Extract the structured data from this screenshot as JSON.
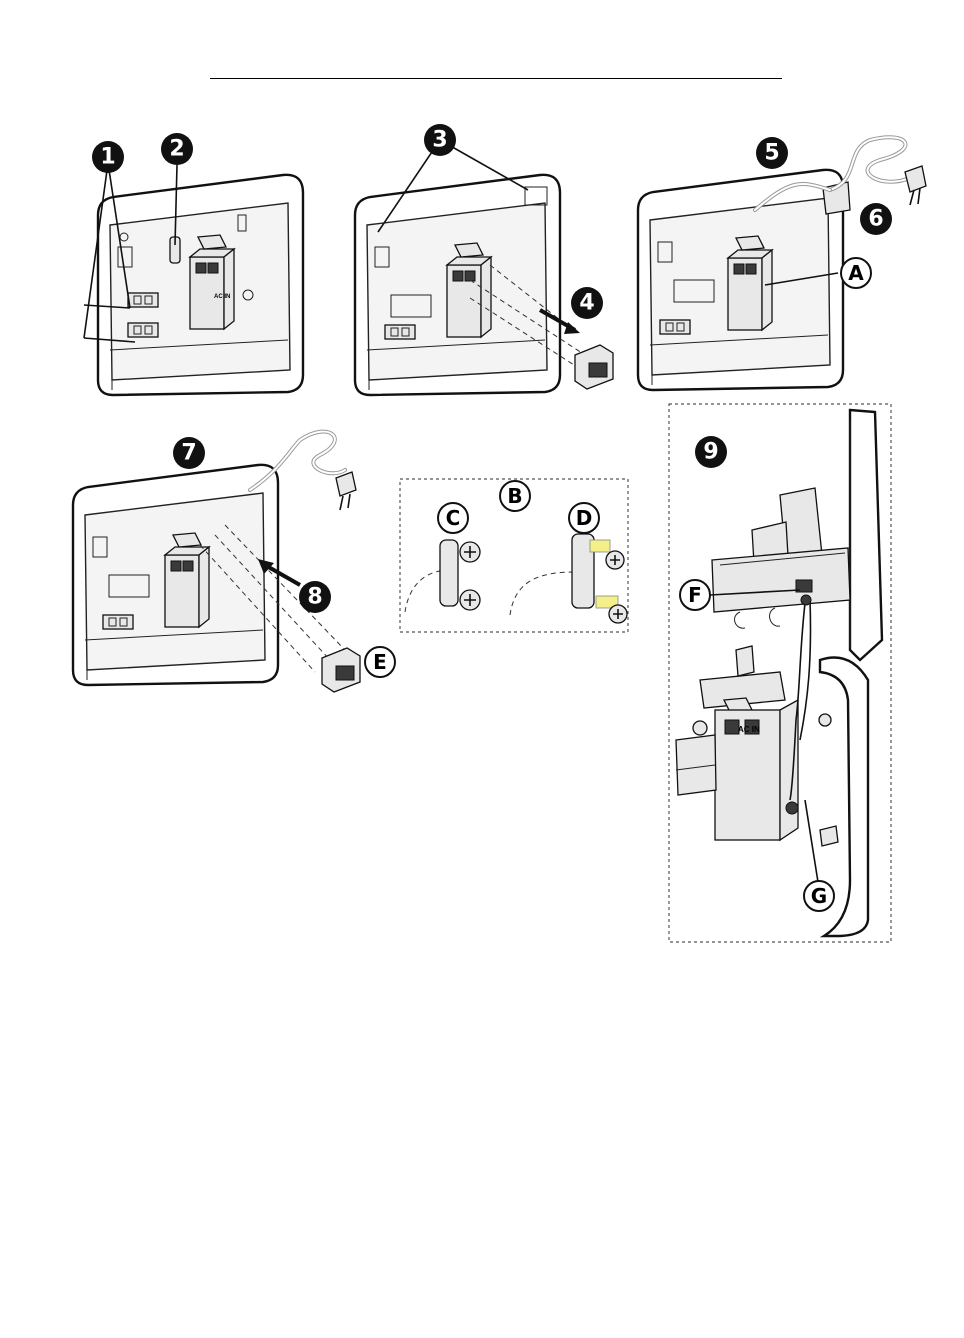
{
  "steps": {
    "s1": "1",
    "s2": "2",
    "s3": "3",
    "s4": "4",
    "s5": "5",
    "s6": "6",
    "s7": "7",
    "s8": "8",
    "s9": "9"
  },
  "letters": {
    "A": "A",
    "B": "B",
    "C": "C",
    "D": "D",
    "E": "E",
    "F": "F",
    "G": "G"
  },
  "module_label": "AC IN",
  "colors": {
    "ink": "#111111",
    "badge": "#111111",
    "cord": "#999999",
    "highlight": "#f3f08a"
  }
}
